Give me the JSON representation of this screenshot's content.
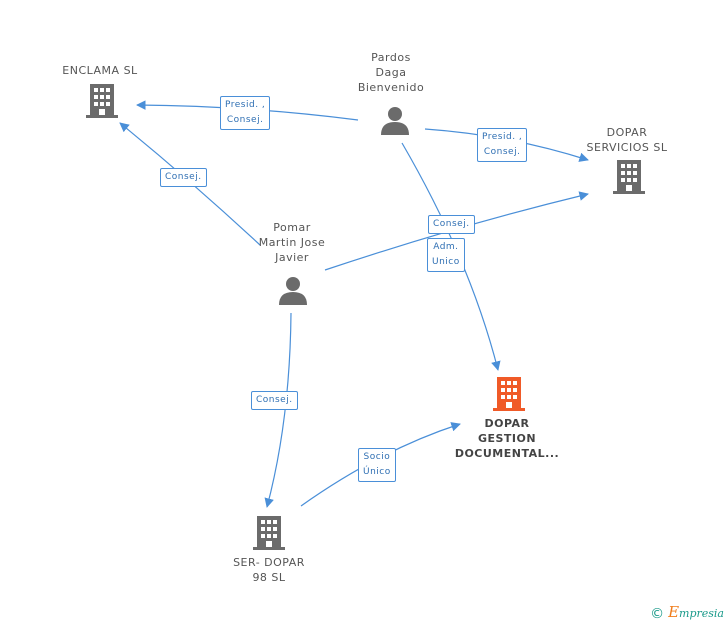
{
  "nodes": {
    "enclama": {
      "label": "ENCLAMA  SL"
    },
    "pardos": {
      "label": "Pardos\nDaga\nBienvenido"
    },
    "dopar_servicios": {
      "label": "DOPAR\nSERVICIOS  SL"
    },
    "pomar": {
      "label": "Pomar\nMartin Jose\nJavier"
    },
    "dopar_gestion": {
      "label": "DOPAR\nGESTION\nDOCUMENTAL..."
    },
    "ser_dopar": {
      "label": "SER- DOPAR\n98  SL"
    }
  },
  "edges": {
    "pardos_enclama": {
      "label": "Presid. ,\nConsej."
    },
    "pardos_servicios": {
      "label": "Presid. ,\nConsej."
    },
    "pomar_enclama": {
      "label": "Consej."
    },
    "pomar_servicios": {
      "label": "Consej."
    },
    "pardos_gestion": {
      "label": "Adm.\nUnico"
    },
    "pomar_serdopar": {
      "label": "Consej."
    },
    "serdopar_gestion": {
      "label": "Socio\nÚnico"
    }
  },
  "colors": {
    "edge": "#4a8fd8",
    "icon_default": "#6b6b6b",
    "icon_highlight": "#f05a28"
  },
  "footer": {
    "copyright": "©",
    "brand_initial": "E",
    "brand_rest": "mpresia"
  }
}
